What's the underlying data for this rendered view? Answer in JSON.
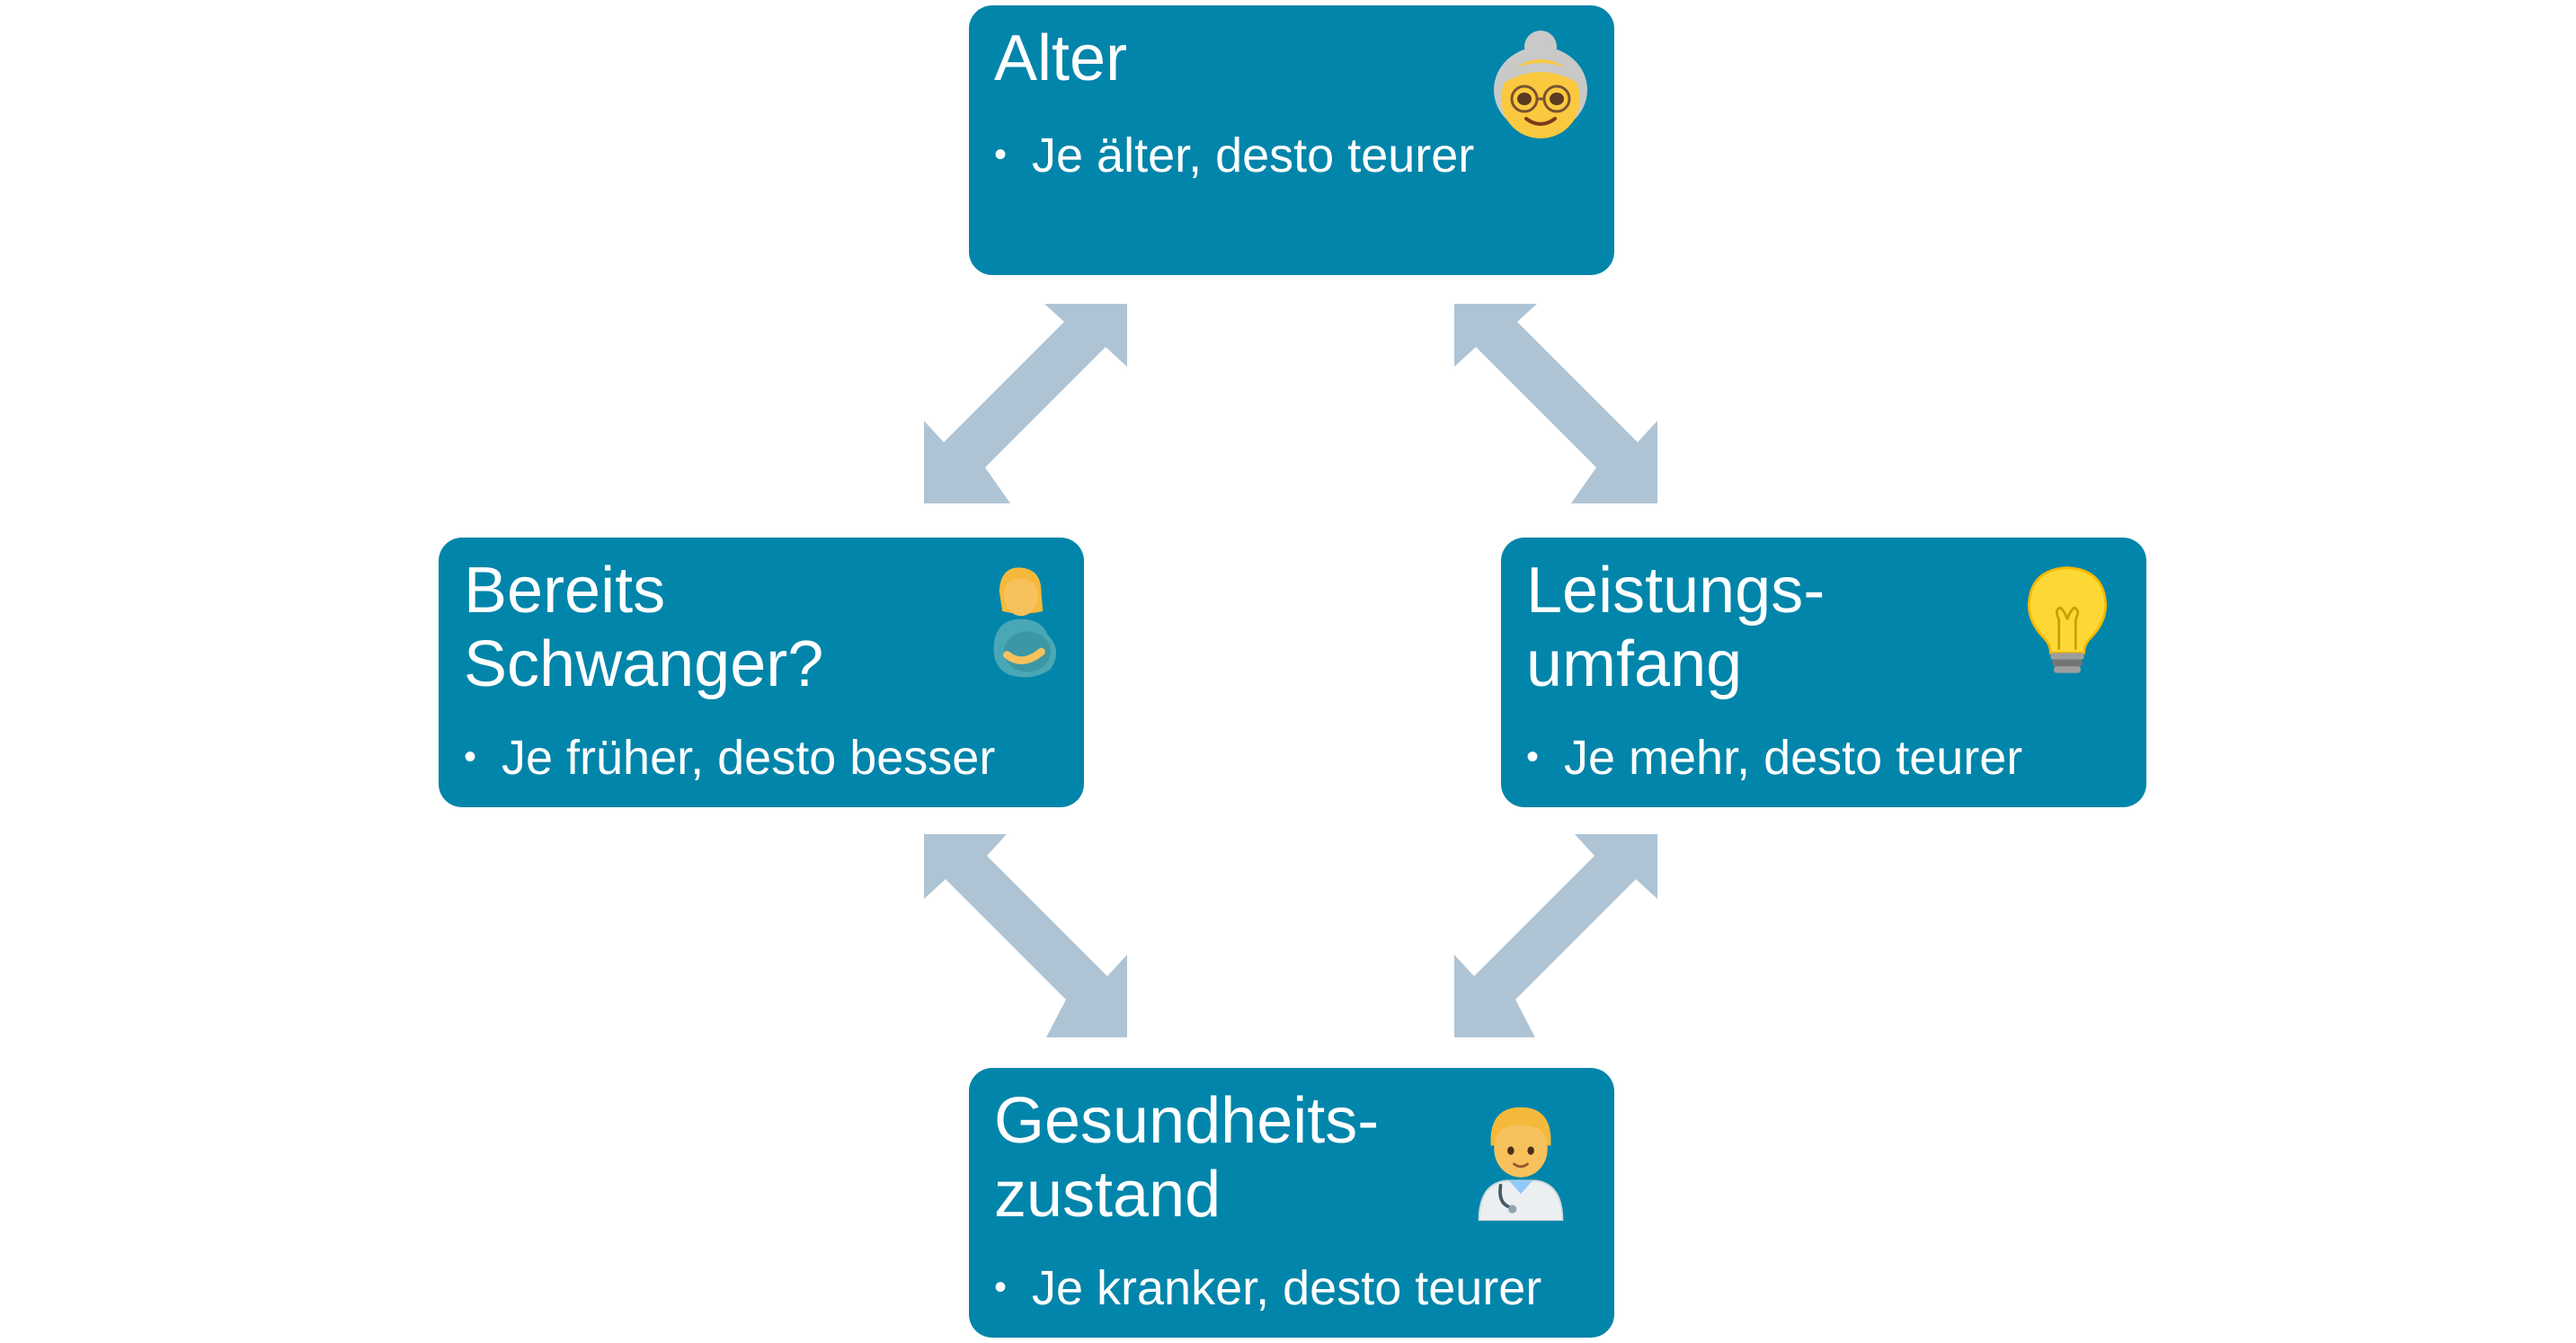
{
  "colors": {
    "box_fill": "#0285aa",
    "box_text": "#ffffff",
    "arrow_fill": "#aec4d4",
    "background": "#ffffff"
  },
  "nodes": {
    "age": {
      "title": "Alter",
      "bullet": "Je älter, desto teurer",
      "icon": "older-woman-icon"
    },
    "pregnant": {
      "title": "Bereits\nSchwanger?",
      "bullet": "Je früher, desto besser",
      "icon": "pregnant-woman-icon"
    },
    "benefits": {
      "title": "Leistungs-\numfang",
      "bullet": "Je mehr, desto teurer",
      "icon": "light-bulb-icon"
    },
    "health": {
      "title": "Gesundheits-\nzustand",
      "bullet": "Je kranker, desto teurer",
      "icon": "health-worker-icon"
    }
  },
  "bullet_symbol": "•"
}
